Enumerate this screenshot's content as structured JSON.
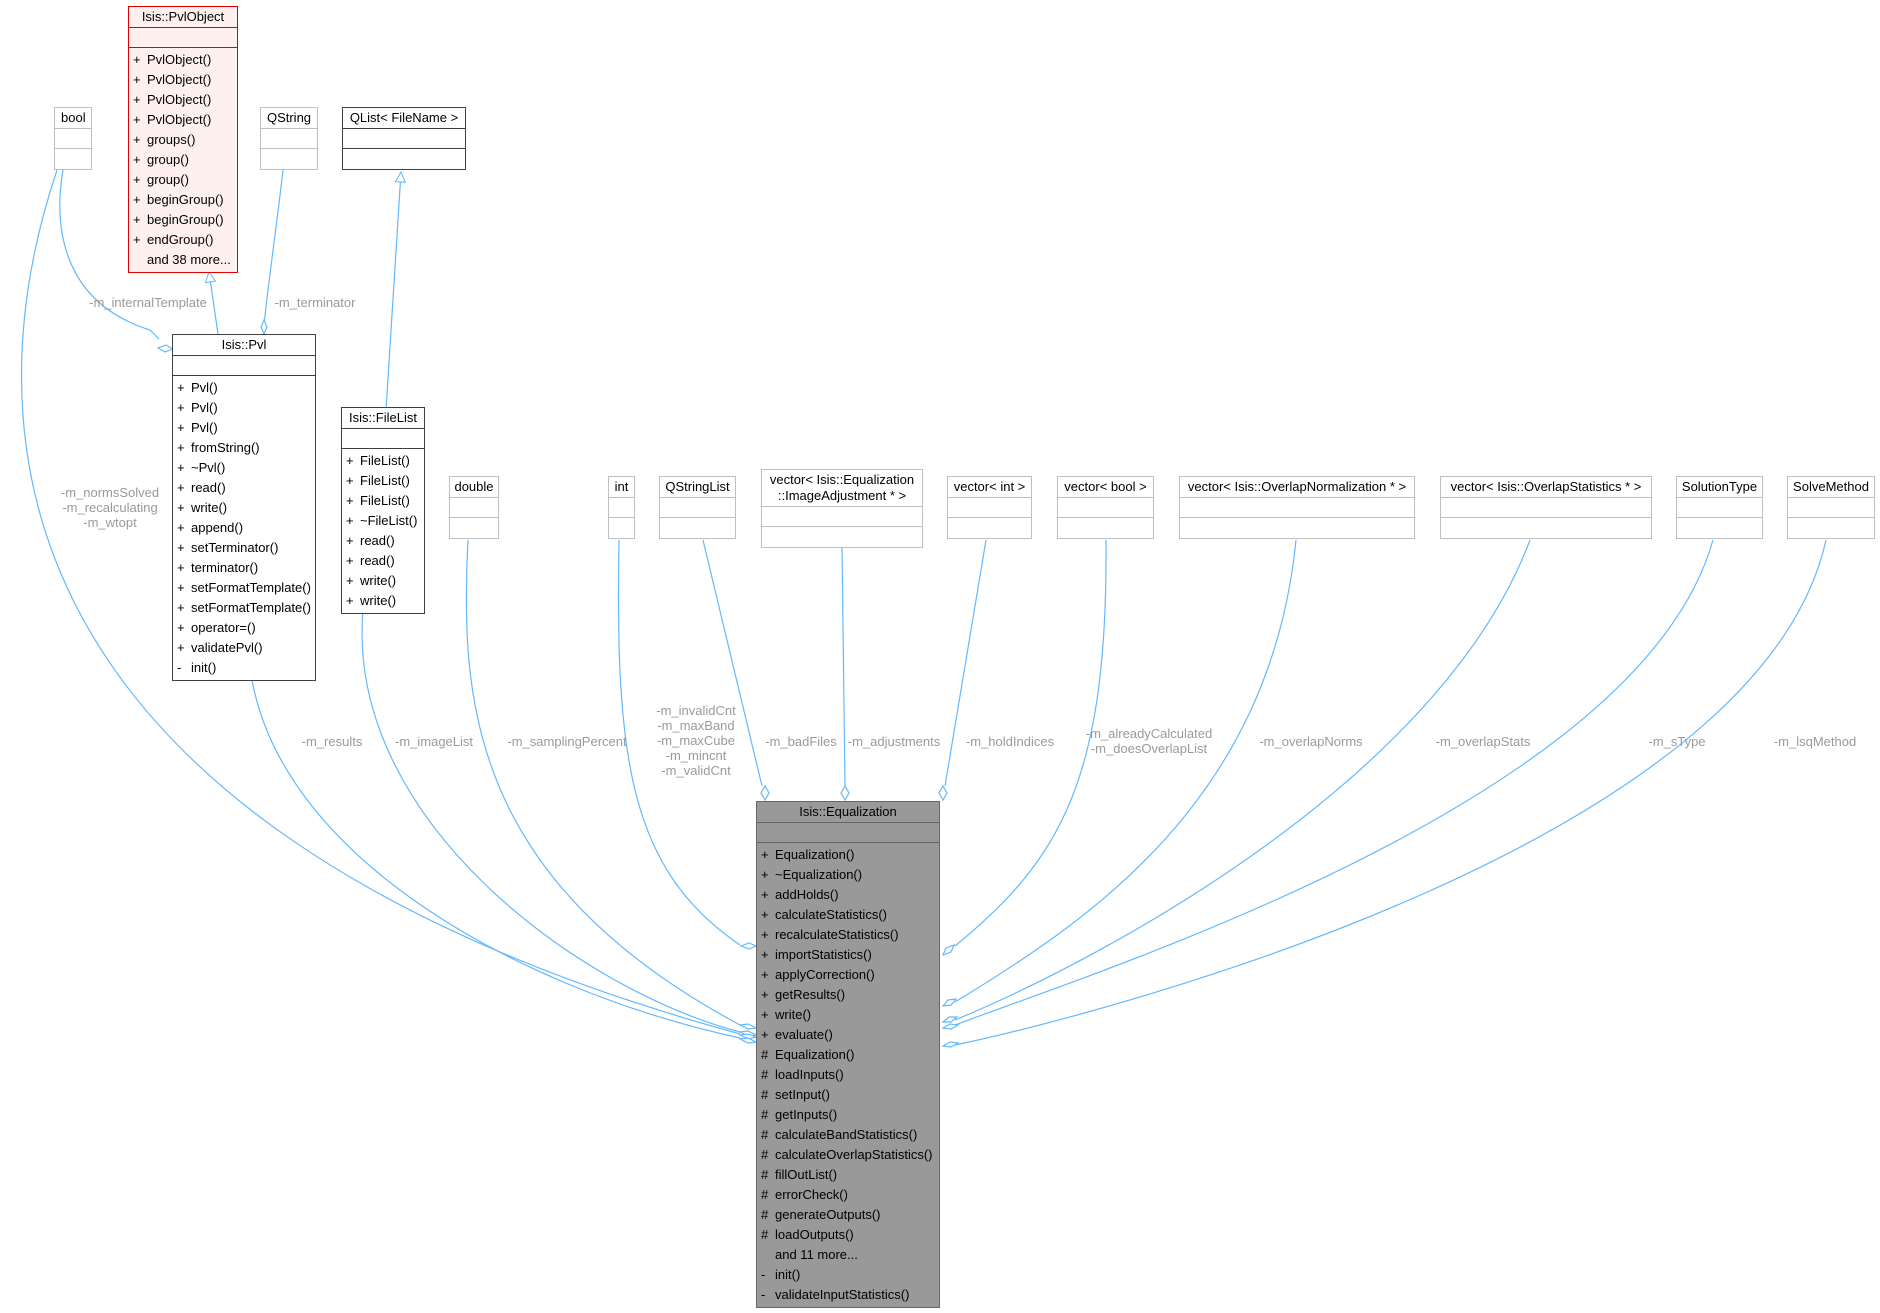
{
  "colors": {
    "edge": "#63b8ff",
    "label": "#9a9a9a",
    "focus_fill": "#999999",
    "red_border": "#e50000"
  },
  "nodes": {
    "pvlobject": {
      "title": "Isis::PvlObject",
      "members": [
        {
          "vis": "+",
          "name": "PvlObject()"
        },
        {
          "vis": "+",
          "name": "PvlObject()"
        },
        {
          "vis": "+",
          "name": "PvlObject()"
        },
        {
          "vis": "+",
          "name": "PvlObject()"
        },
        {
          "vis": "+",
          "name": "groups()"
        },
        {
          "vis": "+",
          "name": "group()"
        },
        {
          "vis": "+",
          "name": "group()"
        },
        {
          "vis": "+",
          "name": "beginGroup()"
        },
        {
          "vis": "+",
          "name": "beginGroup()"
        },
        {
          "vis": "+",
          "name": "endGroup()"
        }
      ],
      "more": "and 38 more..."
    },
    "bool": {
      "title": "bool"
    },
    "qstring": {
      "title": "QString"
    },
    "qlist": {
      "title": "QList< FileName >"
    },
    "pvl": {
      "title": "Isis::Pvl",
      "members": [
        {
          "vis": "+",
          "name": "Pvl()"
        },
        {
          "vis": "+",
          "name": "Pvl()"
        },
        {
          "vis": "+",
          "name": "Pvl()"
        },
        {
          "vis": "+",
          "name": "fromString()"
        },
        {
          "vis": "+",
          "name": "~Pvl()"
        },
        {
          "vis": "+",
          "name": "read()"
        },
        {
          "vis": "+",
          "name": "write()"
        },
        {
          "vis": "+",
          "name": "append()"
        },
        {
          "vis": "+",
          "name": "setTerminator()"
        },
        {
          "vis": "+",
          "name": "terminator()"
        },
        {
          "vis": "+",
          "name": "setFormatTemplate()"
        },
        {
          "vis": "+",
          "name": "setFormatTemplate()"
        },
        {
          "vis": "+",
          "name": "operator=()"
        },
        {
          "vis": "+",
          "name": "validatePvl()"
        },
        {
          "vis": "-",
          "name": "init()"
        }
      ]
    },
    "filelist": {
      "title": "Isis::FileList",
      "members": [
        {
          "vis": "+",
          "name": "FileList()"
        },
        {
          "vis": "+",
          "name": "FileList()"
        },
        {
          "vis": "+",
          "name": "FileList()"
        },
        {
          "vis": "+",
          "name": "~FileList()"
        },
        {
          "vis": "+",
          "name": "read()"
        },
        {
          "vis": "+",
          "name": "read()"
        },
        {
          "vis": "+",
          "name": "write()"
        },
        {
          "vis": "+",
          "name": "write()"
        }
      ]
    },
    "double": {
      "title": "double"
    },
    "int": {
      "title": "int"
    },
    "qstringlist": {
      "title": "QStringList"
    },
    "vecimgadj": {
      "title_line1": "vector< Isis::Equalization",
      "title_line2": "::ImageAdjustment * >"
    },
    "vecint": {
      "title": "vector< int >"
    },
    "vecbool": {
      "title": "vector< bool >"
    },
    "vecovnorm": {
      "title": "vector< Isis::OverlapNormalization * >"
    },
    "vecovstat": {
      "title": "vector< Isis::OverlapStatistics * >"
    },
    "soltype": {
      "title": "SolutionType"
    },
    "solvemethod": {
      "title": "SolveMethod"
    },
    "equalization": {
      "title": "Isis::Equalization",
      "members": [
        {
          "vis": "+",
          "name": "Equalization()"
        },
        {
          "vis": "+",
          "name": "~Equalization()"
        },
        {
          "vis": "+",
          "name": "addHolds()"
        },
        {
          "vis": "+",
          "name": "calculateStatistics()"
        },
        {
          "vis": "+",
          "name": "recalculateStatistics()"
        },
        {
          "vis": "+",
          "name": "importStatistics()"
        },
        {
          "vis": "+",
          "name": "applyCorrection()"
        },
        {
          "vis": "+",
          "name": "getResults()"
        },
        {
          "vis": "+",
          "name": "write()"
        },
        {
          "vis": "+",
          "name": "evaluate()"
        },
        {
          "vis": "#",
          "name": "Equalization()"
        },
        {
          "vis": "#",
          "name": "loadInputs()"
        },
        {
          "vis": "#",
          "name": "setInput()"
        },
        {
          "vis": "#",
          "name": "getInputs()"
        },
        {
          "vis": "#",
          "name": "calculateBandStatistics()"
        },
        {
          "vis": "#",
          "name": "calculateOverlapStatistics()"
        },
        {
          "vis": "#",
          "name": "fillOutList()"
        },
        {
          "vis": "#",
          "name": "errorCheck()"
        },
        {
          "vis": "#",
          "name": "generateOutputs()"
        },
        {
          "vis": "#",
          "name": "loadOutputs()"
        }
      ],
      "more": "and 11 more...",
      "private_members": [
        {
          "vis": "-",
          "name": "init()"
        },
        {
          "vis": "-",
          "name": "validateInputStatistics()"
        }
      ]
    }
  },
  "edge_labels": {
    "internal_template": "-m_internalTemplate",
    "terminator": "-m_terminator",
    "norms_solved": [
      "-m_normsSolved",
      "-m_recalculating",
      "-m_wtopt"
    ],
    "results": "-m_results",
    "image_list": "-m_imageList",
    "sampling_percent": "-m_samplingPercent",
    "int_members": [
      "-m_invalidCnt",
      "-m_maxBand",
      "-m_maxCube",
      "-m_mincnt",
      "-m_validCnt"
    ],
    "bad_files": "-m_badFiles",
    "adjustments": "-m_adjustments",
    "hold_indices": "-m_holdIndices",
    "already_calculated": [
      "-m_alreadyCalculated",
      "-m_doesOverlapList"
    ],
    "overlap_norms": "-m_overlapNorms",
    "overlap_stats": "-m_overlapStats",
    "s_type": "-m_sType",
    "lsq_method": "-m_lsqMethod"
  }
}
